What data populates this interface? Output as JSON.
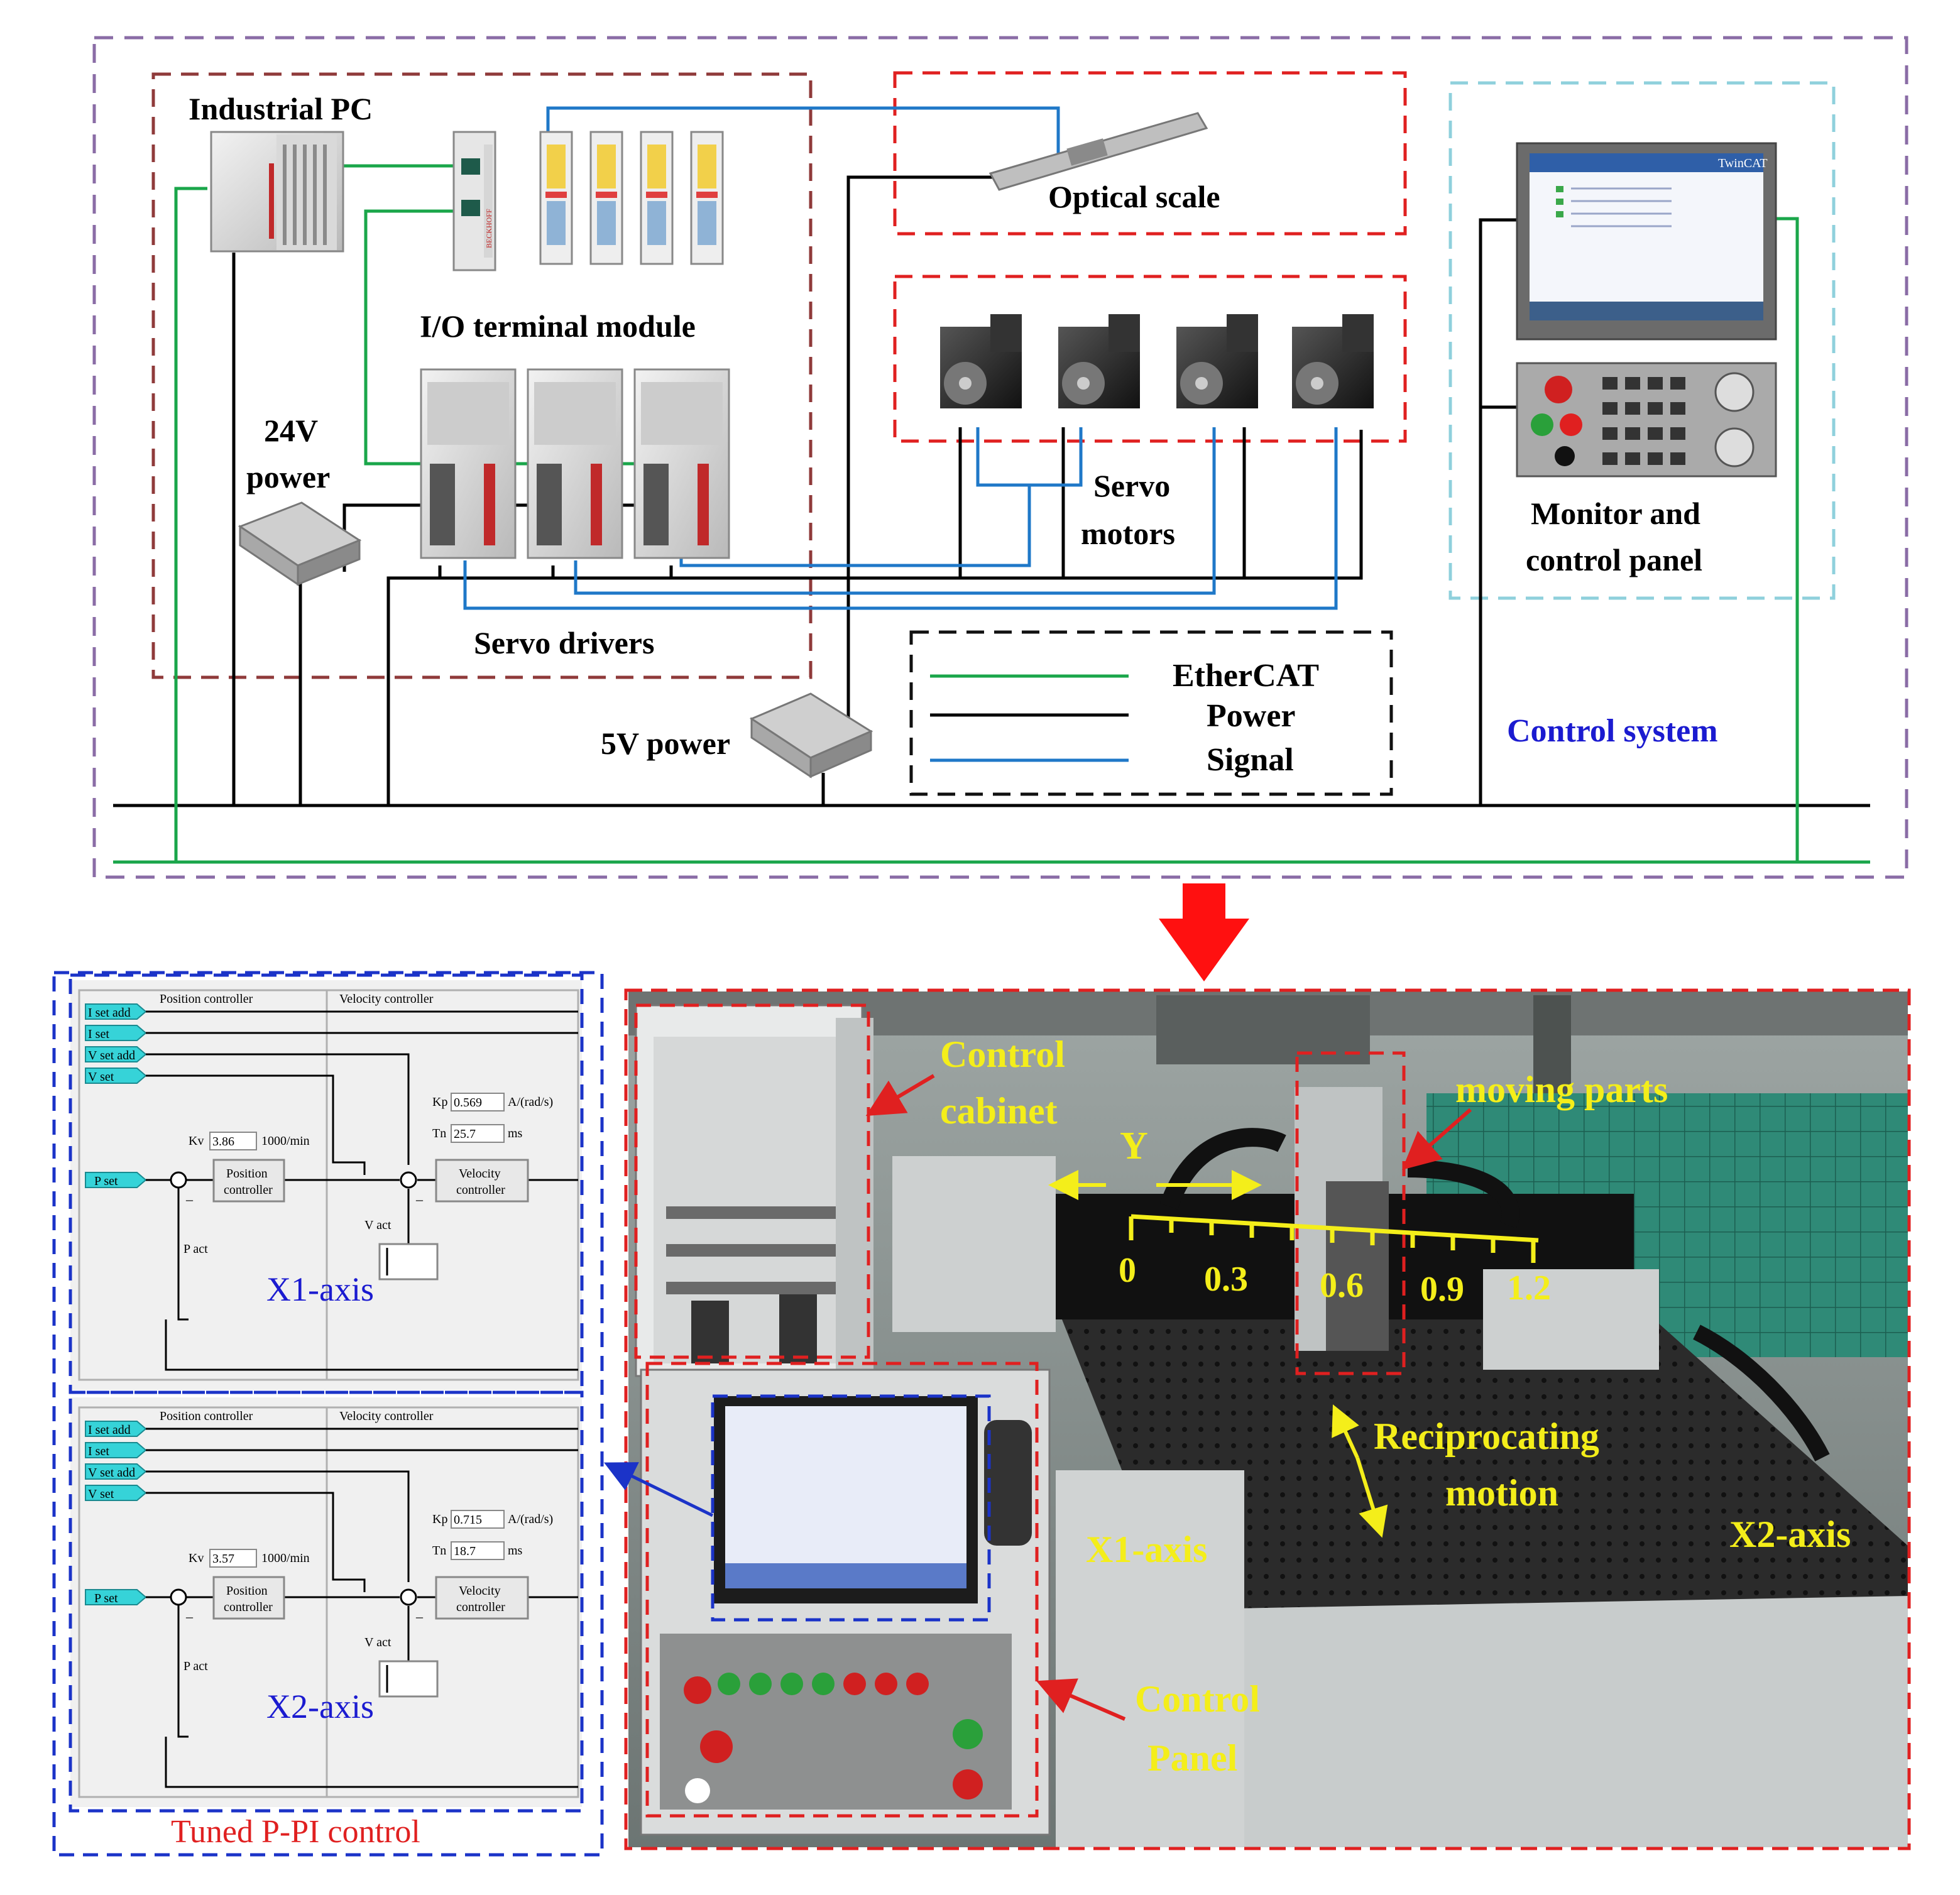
{
  "system_diagram": {
    "labels": {
      "industrial_pc": "Industrial PC",
      "io_terminal_module": "I/O terminal module",
      "power_24v": [
        "24V",
        "power"
      ],
      "servo_drivers": "Servo drivers",
      "power_5v": "5V power",
      "optical_scale": "Optical scale",
      "servo_motors": [
        "Servo",
        "motors"
      ],
      "monitor_panel": [
        "Monitor and",
        "control panel"
      ],
      "control_system": "Control system"
    },
    "legend": [
      {
        "label": "EtherCAT",
        "color": "#1aa64a"
      },
      {
        "label": "Power",
        "color": "#000000"
      },
      {
        "label": "Signal",
        "color": "#1f78c8"
      }
    ],
    "brand_text": "BECKHOFF",
    "screen_brand": "TwinCAT"
  },
  "controller_panels": [
    {
      "axis": "X1-axis",
      "section_position": "Position controller",
      "section_velocity": "Velocity controller",
      "tags": [
        "I set add",
        "I set",
        "V set add",
        "V set",
        "P set"
      ],
      "kv_label": "Kv",
      "kv_value": "3.86",
      "kv_unit": "1000/min",
      "kp_label": "Kp",
      "kp_value": "0.569",
      "kp_unit": "A/(rad/s)",
      "tn_label": "Tn",
      "tn_value": "25.7",
      "tn_unit": "ms",
      "pos_block": [
        "Position",
        "controller"
      ],
      "vel_block": [
        "Velocity",
        "controller"
      ],
      "v_act": "V act",
      "p_act": "P act",
      "minus": "–"
    },
    {
      "axis": "X2-axis",
      "section_position": "Position controller",
      "section_velocity": "Velocity controller",
      "tags": [
        "I set add",
        "I set",
        "V set add",
        "V set",
        "P set"
      ],
      "kv_label": "Kv",
      "kv_value": "3.57",
      "kv_unit": "1000/min",
      "kp_label": "Kp",
      "kp_value": "0.715",
      "kp_unit": "A/(rad/s)",
      "tn_label": "Tn",
      "tn_value": "18.7",
      "tn_unit": "ms",
      "pos_block": [
        "Position",
        "controller"
      ],
      "vel_block": [
        "Velocity",
        "controller"
      ],
      "v_act": "V act",
      "p_act": "P act",
      "minus": "–"
    }
  ],
  "tuned_label": "Tuned P-PI control",
  "photo_annotations": {
    "control_cabinet": [
      "Control",
      "cabinet"
    ],
    "moving_parts": "moving parts",
    "y_label": "Y",
    "scale_ticks": [
      "0",
      "0.3",
      "0.6",
      "0.9",
      "1.2"
    ],
    "reciprocating": [
      "Reciprocating",
      "motion"
    ],
    "x1_axis": "X1-axis",
    "x2_axis": "X2-axis",
    "control_panel": [
      "Control",
      "Panel"
    ]
  }
}
